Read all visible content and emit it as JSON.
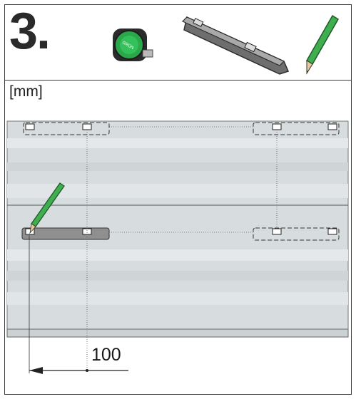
{
  "step": {
    "number": "3."
  },
  "tools": [
    "tape-measure",
    "mounting-rail",
    "pencil"
  ],
  "unit_label": "[mm]",
  "dimension": {
    "value": "100"
  },
  "colors": {
    "panel": "#d7dcdf",
    "rail_highlight": "#8f8f8f",
    "tape_green": "#2aa84a",
    "pencil_green": "#3fae4f",
    "line": "#333333"
  }
}
